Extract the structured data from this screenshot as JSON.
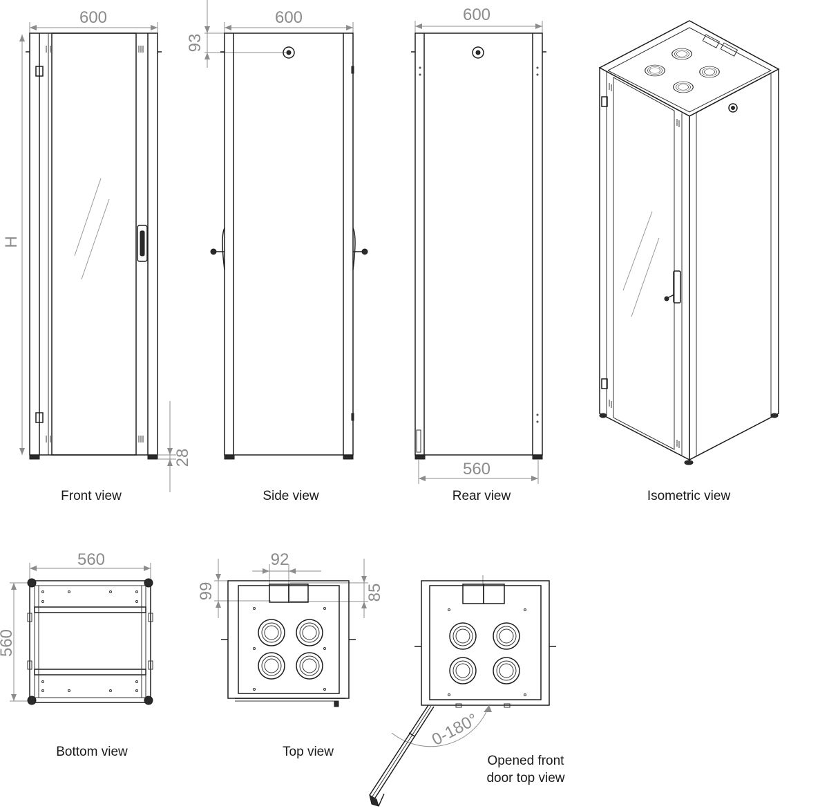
{
  "views": {
    "front": "Front view",
    "side": "Side view",
    "rear": "Rear view",
    "isometric": "Isometric view",
    "bottom": "Bottom view",
    "top": "Top view",
    "opened_line1": "Opened front",
    "opened_line2": "door top view"
  },
  "dimensions": {
    "front_width": "600",
    "front_height": "H",
    "front_foot": "28",
    "side_width": "600",
    "side_top": "93",
    "rear_width": "600",
    "rear_inner": "560",
    "bottom_width": "560",
    "bottom_depth": "560",
    "top_gap": "92",
    "top_left": "99",
    "top_right": "85",
    "door_angle": "0-180°"
  }
}
